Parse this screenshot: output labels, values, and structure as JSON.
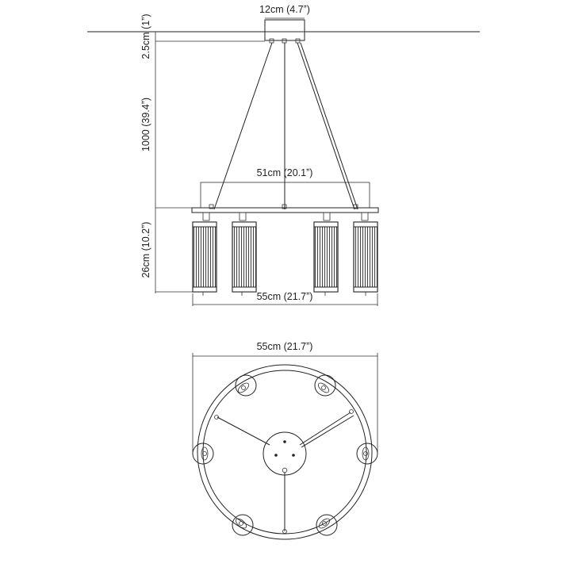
{
  "dimensions": {
    "canopy_width": "12cm (4.7ˮ)",
    "canopy_height": "2.5cm (1ˮ)",
    "suspension_length": "1000 (39.4ˮ)",
    "frame_width": "51cm (20.1ˮ)",
    "shade_height": "26cm (10.2ˮ)",
    "overall_width_side": "55cm (21.7ˮ)",
    "overall_width_top": "55cm (21.7ˮ)"
  },
  "colors": {
    "line": "#222222",
    "background": "#ffffff"
  }
}
